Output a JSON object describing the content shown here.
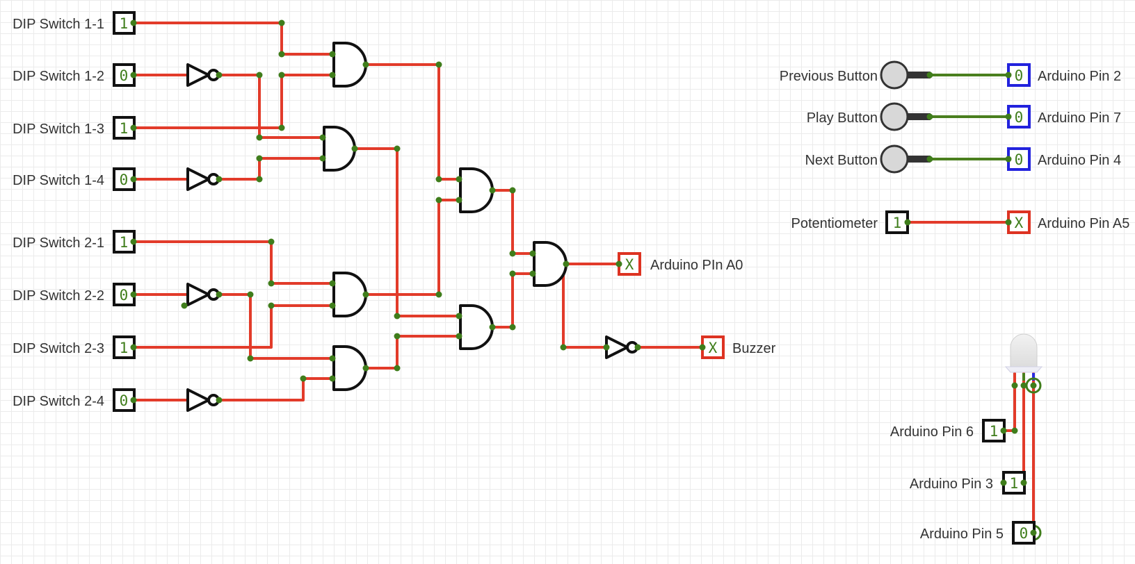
{
  "colors": {
    "wire_on": "#e23b2a",
    "wire_off": "#4a7f1e",
    "wire_blue": "#2a2ae0",
    "pin": "#3f7d1b",
    "gate": "#111111",
    "input_border": "#111111",
    "output_bit": "#2222dd",
    "output_unknown": "#dd3322",
    "value_text": "#3f7d1b",
    "button_fill": "#d8d8d8"
  },
  "inputs": [
    {
      "label": "DIP Switch 1-1",
      "value": "1"
    },
    {
      "label": "DIP Switch 1-2",
      "value": "0"
    },
    {
      "label": "DIP Switch 1-3",
      "value": "1"
    },
    {
      "label": "DIP Switch 1-4",
      "value": "0"
    },
    {
      "label": "DIP Switch 2-1",
      "value": "1"
    },
    {
      "label": "DIP Switch 2-2",
      "value": "0"
    },
    {
      "label": "DIP Switch 2-3",
      "value": "1"
    },
    {
      "label": "DIP Switch 2-4",
      "value": "0"
    }
  ],
  "outputs": {
    "arduino_a0": {
      "label": "Arduino PIn A0",
      "value": "X"
    },
    "buzzer": {
      "label": "Buzzer",
      "value": "X"
    }
  },
  "buttons": [
    {
      "label": "Previous Button",
      "pin_label": "Arduino Pin 2",
      "value": "0"
    },
    {
      "label": "Play Button",
      "pin_label": "Arduino Pin 7",
      "value": "0"
    },
    {
      "label": "Next Button",
      "pin_label": "Arduino Pin 4",
      "value": "0"
    }
  ],
  "potentiometer": {
    "label": "Potentiometer",
    "value": "1",
    "pin_label": "Arduino Pin A5",
    "pin_value": "X"
  },
  "rgb_led": {
    "pins": [
      {
        "label": "Arduino Pin 6",
        "value": "1"
      },
      {
        "label": "Arduino Pin 3",
        "value": "1"
      },
      {
        "label": "Arduino Pin 5",
        "value": "0"
      }
    ]
  }
}
